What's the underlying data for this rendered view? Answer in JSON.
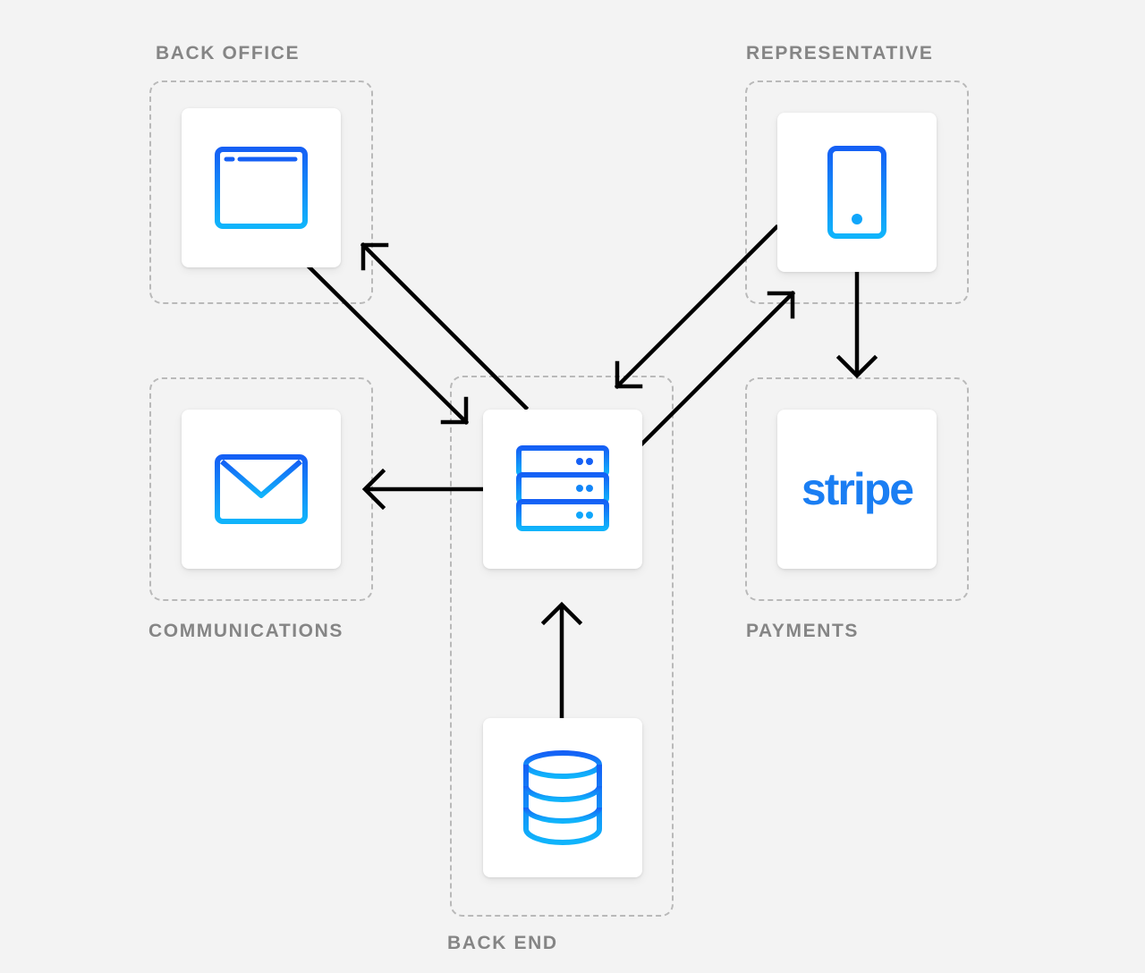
{
  "groups": {
    "back_office": "BACK OFFICE",
    "representative": "REPRESENTATIVE",
    "communications": "COMMUNICATIONS",
    "payments": "PAYMENTS",
    "back_end": "BACK END"
  },
  "nodes": {
    "browser": {
      "icon": "browser-window-icon"
    },
    "phone": {
      "icon": "smartphone-icon"
    },
    "mail": {
      "icon": "envelope-icon"
    },
    "server": {
      "icon": "server-icon"
    },
    "stripe": {
      "logo_text": "stripe"
    },
    "database": {
      "icon": "database-icon"
    }
  },
  "edges": [
    {
      "from": "browser",
      "to": "server"
    },
    {
      "from": "server",
      "to": "browser"
    },
    {
      "from": "phone",
      "to": "server"
    },
    {
      "from": "server",
      "to": "phone"
    },
    {
      "from": "phone",
      "to": "stripe"
    },
    {
      "from": "server",
      "to": "mail"
    },
    {
      "from": "database",
      "to": "server"
    }
  ],
  "colors": {
    "icon_gradient_top": "#1560f5",
    "icon_gradient_bottom": "#10b4fb",
    "stripe_blue": "#1a7ef3",
    "arrow": "#000000",
    "label": "#858585",
    "dashed_border": "#b9b9b9"
  }
}
